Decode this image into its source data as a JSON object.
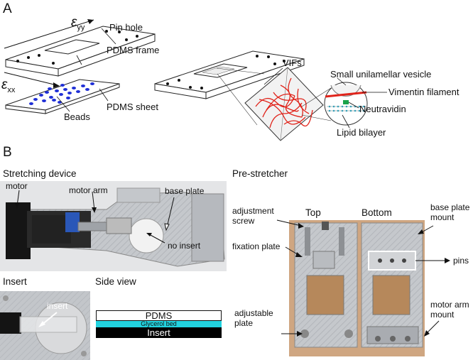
{
  "panel_a": {
    "letter": "A",
    "eps_yy": "ε",
    "eps_yy_sub": "yy",
    "eps_xx": "ε",
    "eps_xx_sub": "xx",
    "pin_hole": "Pin hole",
    "pdms_frame": "PDMS frame",
    "pdms_sheet": "PDMS sheet",
    "beads": "Beads",
    "vifs": "VIFs",
    "suv": "Small unilamellar vesicle",
    "vimentin": "Vimentin filament",
    "neutravidin": "Neutravidin",
    "lipid_bilayer": "Lipid bilayer"
  },
  "panel_b": {
    "letter": "B",
    "stretching_device": "Stretching device",
    "motor": "motor",
    "motor_arm": "motor arm",
    "base_plate": "base plate",
    "no_insert": "no insert",
    "insert_title": "Insert",
    "insert_label": "insert",
    "side_view": "Side view",
    "layer_pdms": "PDMS",
    "layer_glycerol": "Glycerol bed",
    "layer_insert": "Insert",
    "pre_stretcher": "Pre-stretcher",
    "top": "Top",
    "bottom": "Bottom",
    "adjustment_screw_1": "adjustment",
    "adjustment_screw_2": "screw",
    "fixation_plate": "fixation plate",
    "adjustable_1": "adjustable",
    "adjustable_2": "plate",
    "base_plate_mount_1": "base plate",
    "base_plate_mount_2": "mount",
    "pins": "pins",
    "motor_arm_mount_1": "motor arm",
    "motor_arm_mount_2": "mount"
  },
  "colors": {
    "beads": "#1f2fd6",
    "vifs": "#e0241b",
    "glycerol": "#22d3e0",
    "insert_layer": "#000000",
    "aluminium": "#c9ccd0",
    "photo_bg_wood": "#caa07a"
  }
}
